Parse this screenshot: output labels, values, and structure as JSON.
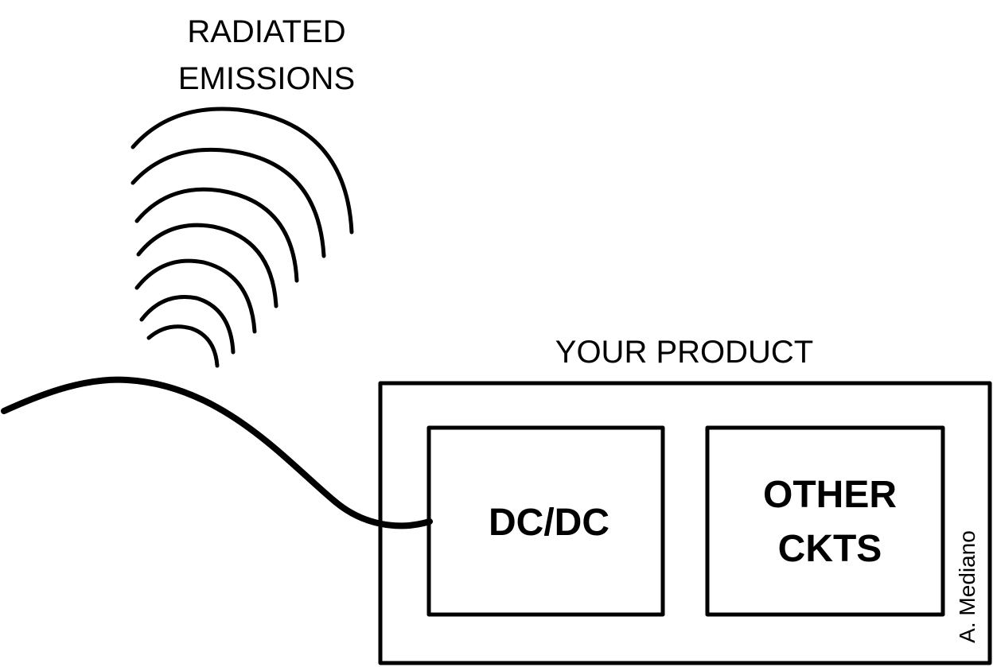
{
  "labels": {
    "emissions_line1": "RADIATED",
    "emissions_line2": "EMISSIONS",
    "product": "YOUR PRODUCT",
    "dcdc": "DC/DC",
    "other_line1": "OTHER",
    "other_line2": "CKTS",
    "credit": "A. Mediano"
  },
  "emission_arcs": {
    "count": 7
  },
  "colors": {
    "stroke": "#000000",
    "background": "#ffffff"
  }
}
